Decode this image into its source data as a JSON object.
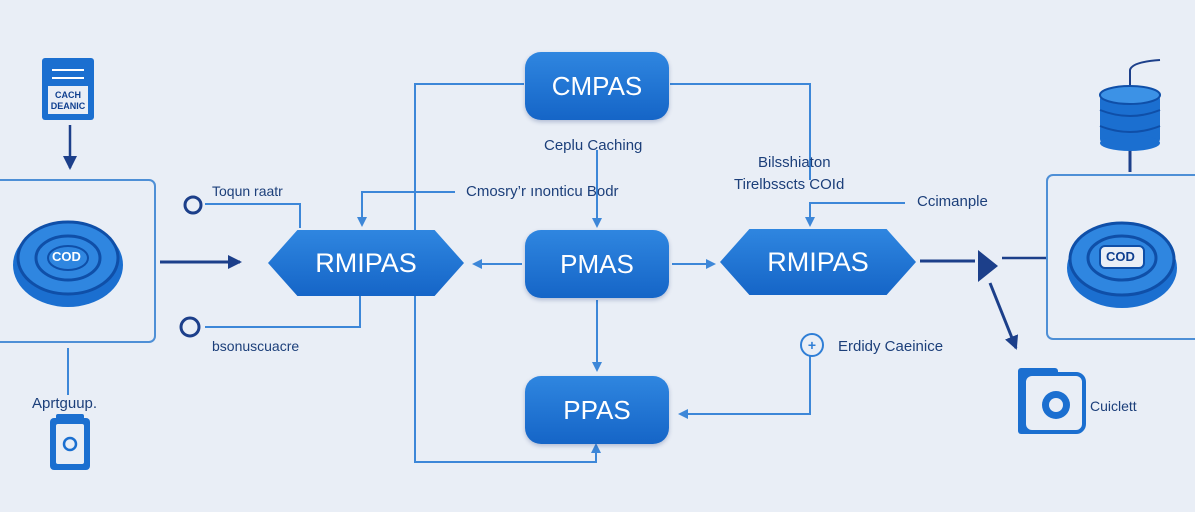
{
  "nodes": {
    "top": "CMPAS",
    "center": "PMAS",
    "bottom": "PPAS",
    "left_hex": "RMIPAS",
    "right_hex": "RMIPAS"
  },
  "labels": {
    "doc_badge": "CACH DEANIC",
    "caching": "Ceplu Caching",
    "connector_note": "Cmosry’r ınonticu Bodr",
    "bridge_line1": "Bilsshiaton",
    "bridge_line2": "Tirelbsscts COId",
    "left_top": "Toqun raatr",
    "left_bottom": "bsonuscuacre",
    "right_top": "Ccimanple",
    "ending": "Erdidy Caeinice",
    "left_device": "Aprtguup.",
    "right_device": "Cuiclett",
    "left_disc": "COD",
    "right_disc": "COD"
  },
  "colors": {
    "background": "#e9eef6",
    "node_fill": "#1e74d6",
    "line": "#3d87d8",
    "arrow_dark": "#1c3f8a"
  }
}
